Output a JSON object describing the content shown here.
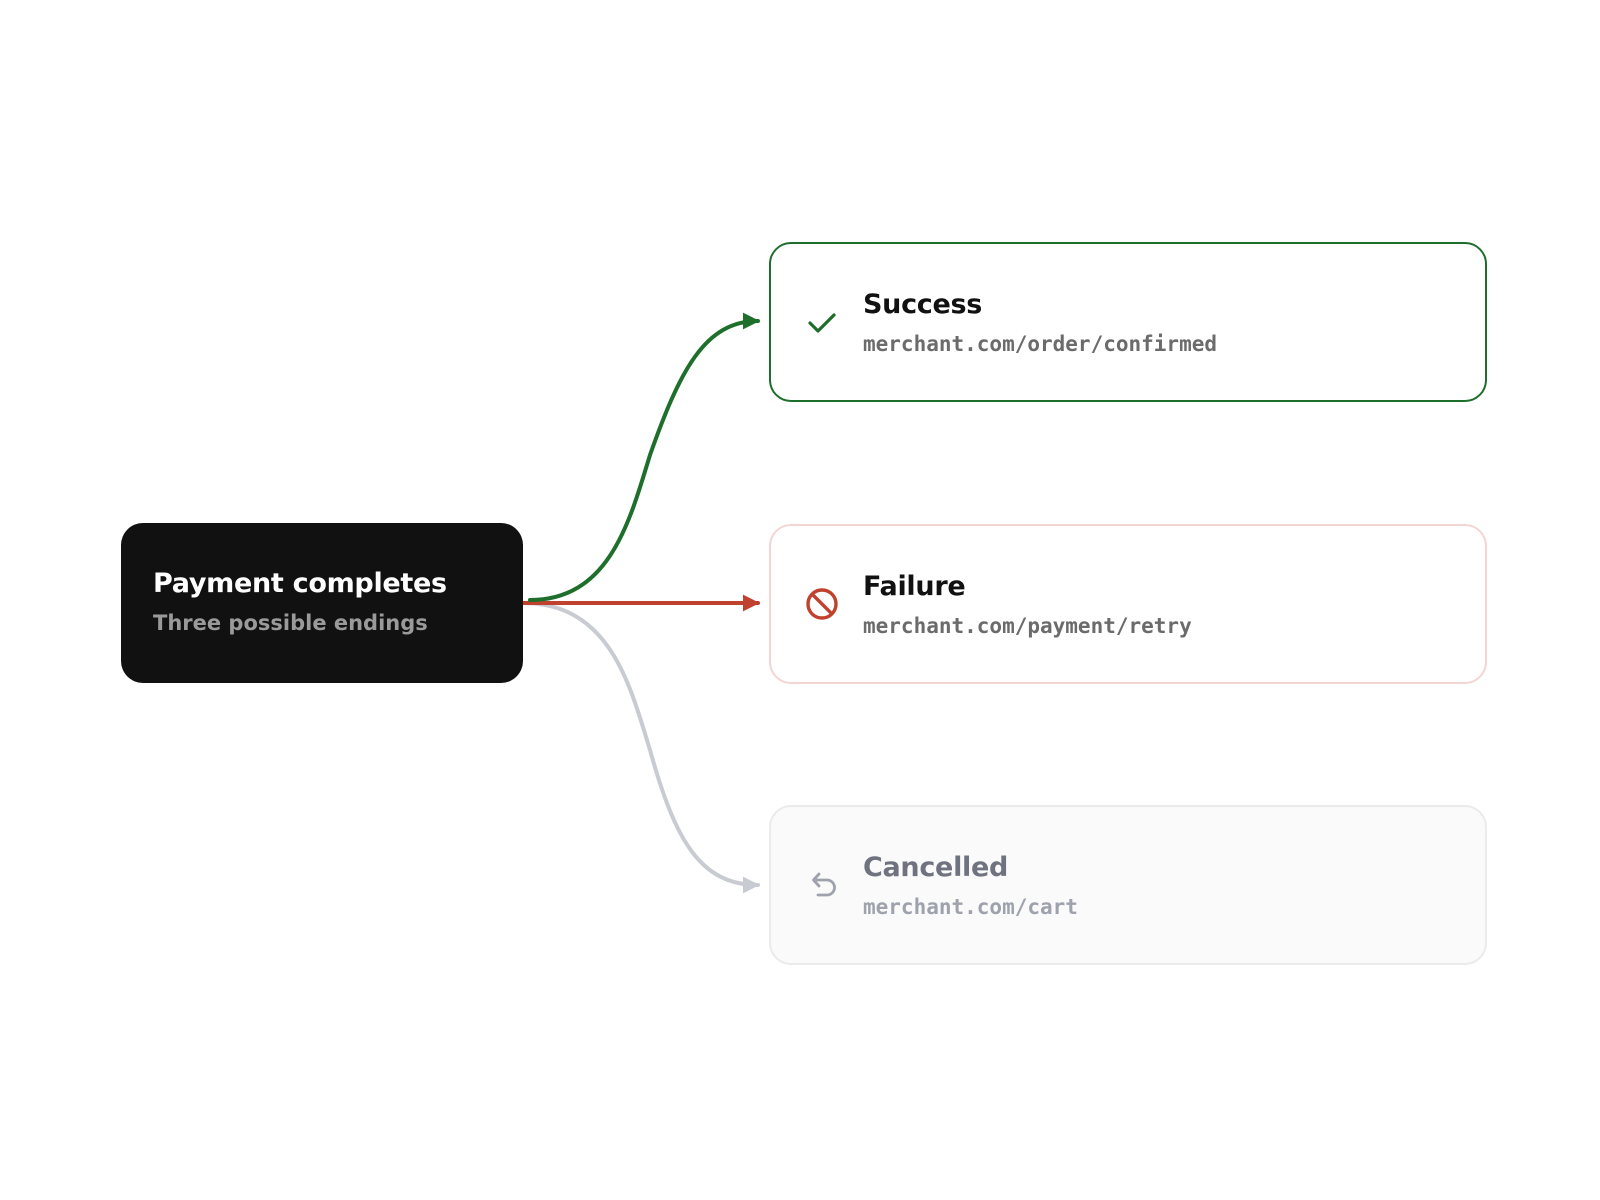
{
  "source": {
    "title": "Payment completes",
    "subtitle": "Three possible endings"
  },
  "outcomes": [
    {
      "key": "success",
      "title": "Success",
      "url": "merchant.com/order/confirmed",
      "icon": "check-icon",
      "accent_color": "#1e6f2c",
      "title_color": "#111111",
      "url_color": "#6b6b6b"
    },
    {
      "key": "failure",
      "title": "Failure",
      "url": "merchant.com/payment/retry",
      "icon": "blocked-icon",
      "accent_color": "#c0412e",
      "title_color": "#111111",
      "url_color": "#6b6b6b"
    },
    {
      "key": "cancelled",
      "title": "Cancelled",
      "url": "merchant.com/cart",
      "icon": "undo-arrow-icon",
      "accent_color": "#c9cbd3",
      "title_color": "#6f7380",
      "url_color": "#9ea2ad"
    }
  ]
}
